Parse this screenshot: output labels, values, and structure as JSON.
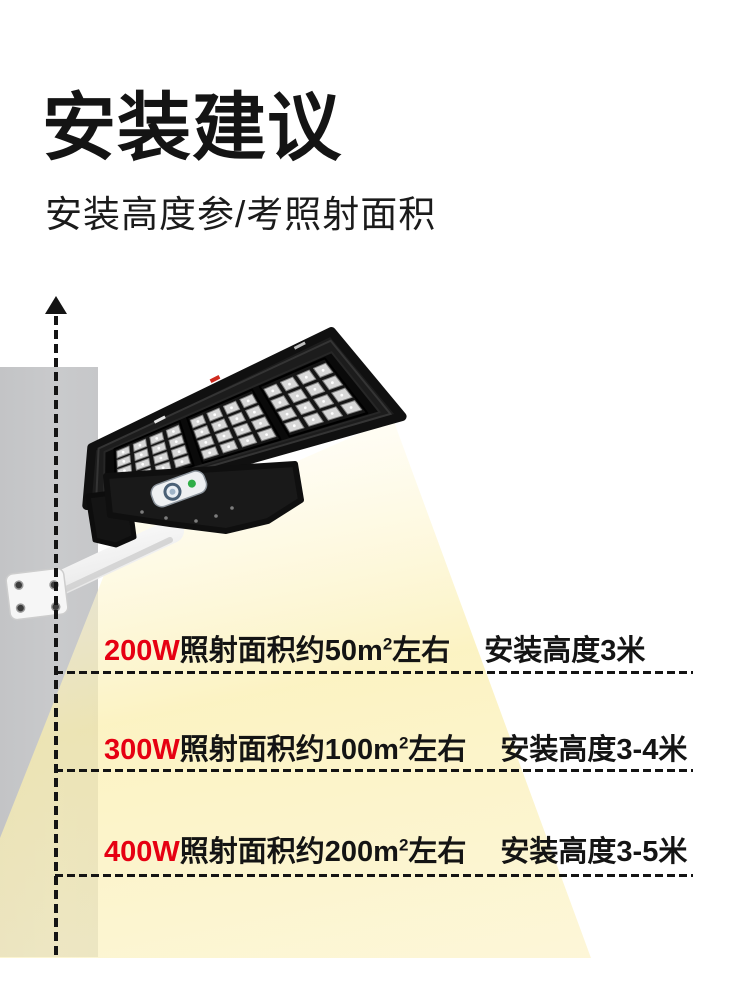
{
  "header": {
    "title": "安装建议",
    "subtitle": "安装高度参/考照射面积"
  },
  "diagram": {
    "arrow_icon": "arrow-up-icon",
    "arrow_glyph": "▲",
    "lamp_label": "solar-led-street-lamp",
    "rows": [
      {
        "power": "200W",
        "area": "照射面积约50m",
        "area_sup": "2",
        "area_tail": "左右",
        "install": "安装高度3米"
      },
      {
        "power": "300W",
        "area": "照射面积约100m",
        "area_sup": "2",
        "area_tail": "左右",
        "install": "安装高度3-4米"
      },
      {
        "power": "400W",
        "area": "照射面积约200m",
        "area_sup": "2",
        "area_tail": "左右",
        "install": "安装高度3-5米"
      }
    ]
  },
  "colors": {
    "accent_red": "#e60012",
    "text_black": "#141414",
    "beam_yellow": "#f9e99e",
    "wall_gray": "#c7c8ca",
    "lamp_black": "#1c1c1c",
    "sensor_green": "#2fae47",
    "pole_white": "#f3f3f3"
  }
}
